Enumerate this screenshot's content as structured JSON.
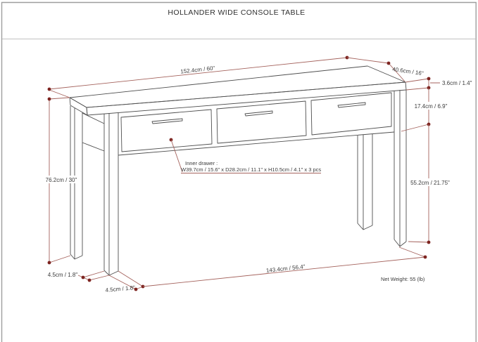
{
  "title": "HOLLANDER WIDE CONSOLE TABLE",
  "net_weight": "Net Weight: 55 (lb)",
  "labels": {
    "top_width": "152.4cm / 60\"",
    "depth": "40.6cm / 16\"",
    "top_thickness": "3.6cm / 1.4\"",
    "apron_height": "17.4cm / 6.9\"",
    "total_height": "76.2cm / 30\"",
    "leg_height": "55.2cm / 21.75\"",
    "leg_thickness_side": "4.5cm / 1.8\"",
    "leg_thickness_front": "4.5cm / 1.8\"",
    "bottom_span": "143.4cm / 56.4\""
  },
  "inner_drawer": {
    "line1": "Inner drawer :",
    "line2": "W39.7cm / 15.6\" x D28.2cm / 11.1\" x H10.5cm / 4.1\" x 3 pcs"
  },
  "colors": {
    "drawing_line": "#4f4f4f",
    "dimension_line": "#a4625c",
    "dimension_dot": "#7d2420",
    "text": "#3b3b3b",
    "frame": "#9e9e9e"
  }
}
